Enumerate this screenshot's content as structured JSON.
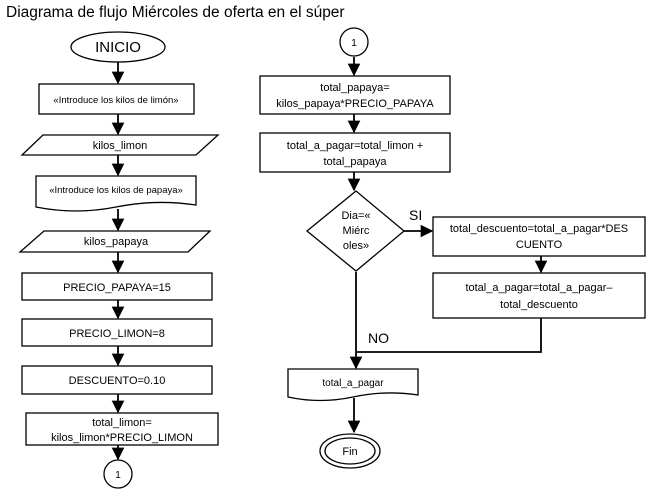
{
  "diagram": {
    "title": "Diagrama de flujo Miércoles de oferta en el súper",
    "nodes": {
      "inicio": "INICIO",
      "prompt_limon": "«Introduce los kilos de limón»",
      "kilos_limon": "kilos_limon",
      "prompt_papaya": "«Introduce los kilos de papaya»",
      "kilos_papaya": "kilos_papaya",
      "precio_papaya": "PRECIO_PAPAYA=15",
      "precio_limon": "PRECIO_LIMON=8",
      "descuento": "DESCUENTO=0.10",
      "total_limon_1": "total_limon=",
      "total_limon_2": "kilos_limon*PRECIO_LIMON",
      "connector_out": "1",
      "connector_in": "1",
      "total_papaya_1": "total_papaya=",
      "total_papaya_2": "kilos_papaya*PRECIO_PAPAYA",
      "total_a_pagar_1": "total_a_pagar=total_limon +",
      "total_a_pagar_2": "total_papaya",
      "decision_1": "Dia=«",
      "decision_2": "Miérc",
      "decision_3": "oles»",
      "total_descuento_1": "total_descuento=total_a_pagar*DES",
      "total_descuento_2": "CUENTO",
      "total_final_1": "total_a_pagar=total_a_pagar–",
      "total_final_2": "total_descuento",
      "output_total": "total_a_pagar",
      "fin": "Fin"
    },
    "edge_labels": {
      "yes": "SI",
      "no": "NO"
    }
  }
}
